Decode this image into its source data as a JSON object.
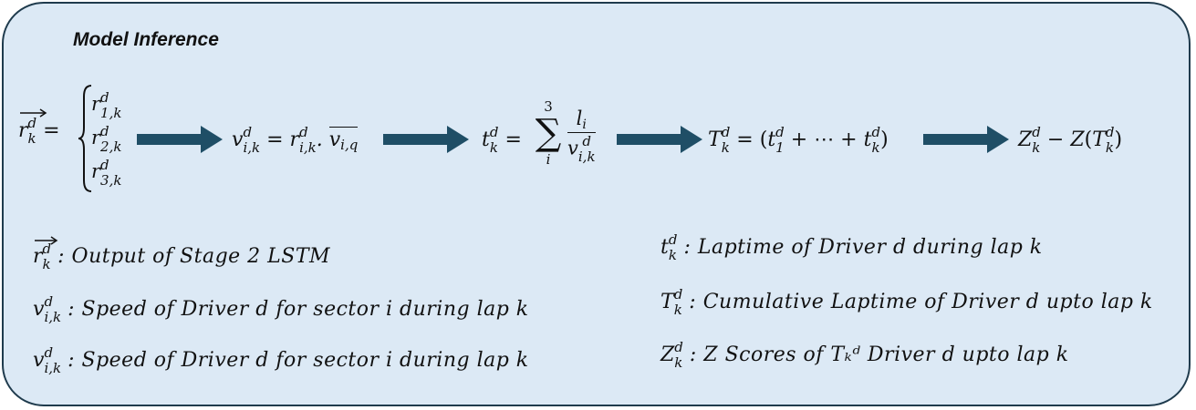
{
  "diagram": {
    "title": "Model Inference",
    "equations": {
      "r_vector": "r⃗ₖᵈ = { r₁,ₖᵈ, r₂,ₖᵈ, r₃,ₖᵈ }",
      "speed": "vᵢ,ₖᵈ = rᵢ,ₖᵈ · v̄ᵢ,q",
      "laptime": "tₖᵈ = Σᵢ³ lᵢ / vᵢ,ₖᵈ",
      "cumulative": "Tₖᵈ = (t₁ᵈ + ⋯ + tₖᵈ)",
      "zscore": "Zₖᵈ − Z(Tₖᵈ)"
    },
    "legend": [
      {
        "symbol": "r⃗ₖᵈ",
        "text": ": Output of  Stage 2 LSTM"
      },
      {
        "symbol": "vᵢ,ₖᵈ",
        "text": ":  Speed of  Driver d for sector i during lap k"
      },
      {
        "symbol": "vᵢ,ₖᵈ",
        "text": ":  Speed of  Driver d for sector i during lap k"
      },
      {
        "symbol": "tₖᵈ",
        "text": ": Laptime of  Driver d during lap k"
      },
      {
        "symbol": "Tₖᵈ",
        "text": ": Cumulative Laptime of Driver d upto lap k"
      },
      {
        "symbol": "Zₖᵈ",
        "text": ": Z Scores of Tₖᵈ Driver d upto lap k"
      }
    ],
    "colors": {
      "panel_fill": "#dce9f5",
      "panel_border": "#1f3b4d",
      "arrow": "#1f4e66"
    }
  }
}
